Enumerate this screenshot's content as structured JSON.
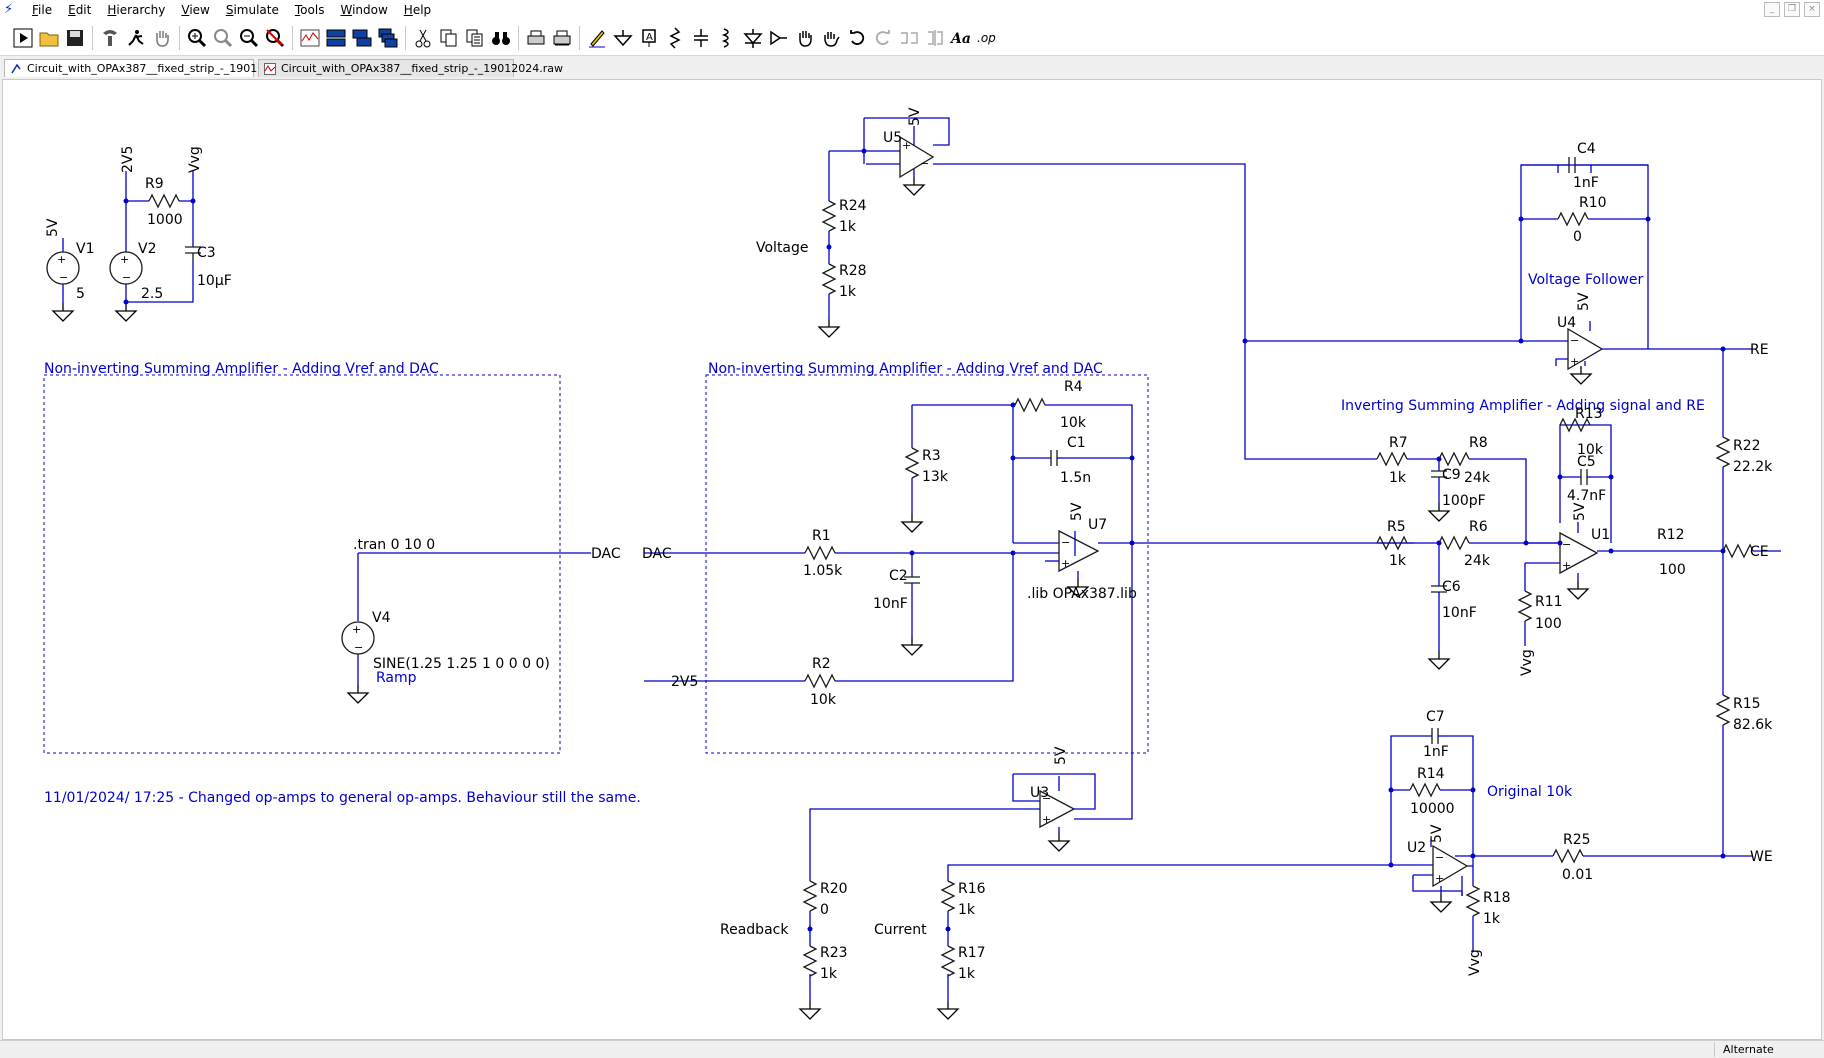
{
  "menu": [
    "File",
    "Edit",
    "Hierarchy",
    "View",
    "Simulate",
    "Tools",
    "Window",
    "Help"
  ],
  "window_controls": [
    "minimize",
    "restore",
    "close"
  ],
  "toolbar": [
    "run-icon",
    "open-icon",
    "save-icon",
    "control-panel-icon",
    "halt-icon",
    "pan-hand-icon",
    "zoom-in-icon",
    "zoom-fit-icon",
    "zoom-out-icon",
    "zoom-cancel-icon",
    "waveform-icon",
    "tile-horizontal-icon",
    "tile-vertical-icon",
    "cascade-icon",
    "cut-icon",
    "copy-icon",
    "find-icon",
    "binoculars-icon",
    "print-icon",
    "print-preview-icon",
    "draw-wire-icon",
    "ground-icon",
    "label-net-icon",
    "resistor-icon",
    "capacitor-icon",
    "inductor-icon",
    "diode-icon",
    "component-icon",
    "move-hand-icon",
    "drag-hand-icon",
    "undo-icon",
    "redo-icon",
    "rotate-icon",
    "mirror-icon",
    "text-icon",
    "spice-directive-icon"
  ],
  "tabs": [
    {
      "label": "Circuit_with_OPAx387__fixed_strip_-_19012024.asc",
      "active": true
    },
    {
      "label": "Circuit_with_OPAx387__fixed_strip_-_19012024.raw",
      "active": false
    }
  ],
  "status": {
    "mode": "Alternate"
  },
  "schematic": {
    "boxes": [
      {
        "title": "Non-inverting Summing Amplifier - Adding Vref and DAC"
      },
      {
        "title": "Non-inverting Summing Amplifier - Adding Vref and DAC"
      }
    ],
    "comments": {
      "inverting": "Inverting Summing Amplifier - Adding signal and RE",
      "follower": "Voltage Follower",
      "original": "Original 10k",
      "note": "11/01/2024/ 17:25 - Changed op-amps to general op-amps. Behaviour still the same.",
      "ramp": "Ramp"
    },
    "directives": {
      "tran": ".tran 0 10 0",
      "lib": ".lib OPAx387.lib",
      "sine": "SINE(1.25 1.25 1 0 0 0 0)"
    },
    "sources": [
      {
        "ref": "V1",
        "value": "5",
        "net": "5V"
      },
      {
        "ref": "V2",
        "value": "2.5",
        "net": "2V5"
      },
      {
        "ref": "V4",
        "net": "DAC"
      }
    ],
    "nets": [
      "2V5",
      "Vvg",
      "5V",
      "DAC",
      "Voltage",
      "RE",
      "CE",
      "WE",
      "Readback",
      "Current"
    ],
    "opamps": [
      "U1",
      "U2",
      "U3",
      "U4",
      "U5",
      "U7"
    ],
    "resistors": [
      {
        "ref": "R1",
        "value": "1.05k"
      },
      {
        "ref": "R2",
        "value": "10k"
      },
      {
        "ref": "R3",
        "value": "13k"
      },
      {
        "ref": "R4",
        "value": "10k"
      },
      {
        "ref": "R5",
        "value": "1k"
      },
      {
        "ref": "R6",
        "value": "24k"
      },
      {
        "ref": "R7",
        "value": "1k"
      },
      {
        "ref": "R8",
        "value": "24k"
      },
      {
        "ref": "R9",
        "value": "1000"
      },
      {
        "ref": "R10",
        "value": "0"
      },
      {
        "ref": "R11",
        "value": "100"
      },
      {
        "ref": "R12",
        "value": "100"
      },
      {
        "ref": "R13",
        "value": "10k"
      },
      {
        "ref": "R14",
        "value": "10000"
      },
      {
        "ref": "R15",
        "value": "82.6k"
      },
      {
        "ref": "R16",
        "value": "1k"
      },
      {
        "ref": "R17",
        "value": "1k"
      },
      {
        "ref": "R18",
        "value": "1k"
      },
      {
        "ref": "R20",
        "value": "0"
      },
      {
        "ref": "R22",
        "value": "22.2k"
      },
      {
        "ref": "R23",
        "value": "1k"
      },
      {
        "ref": "R24",
        "value": "1k"
      },
      {
        "ref": "R25",
        "value": "0.01"
      },
      {
        "ref": "R28",
        "value": "1k"
      }
    ],
    "capacitors": [
      {
        "ref": "C1",
        "value": "1.5n"
      },
      {
        "ref": "C2",
        "value": "10nF"
      },
      {
        "ref": "C3",
        "value": "10µF"
      },
      {
        "ref": "C4",
        "value": "1nF"
      },
      {
        "ref": "C5",
        "value": "4.7nF"
      },
      {
        "ref": "C6",
        "value": "10nF"
      },
      {
        "ref": "C7",
        "value": "1nF"
      },
      {
        "ref": "C9",
        "value": "100pF"
      }
    ]
  }
}
